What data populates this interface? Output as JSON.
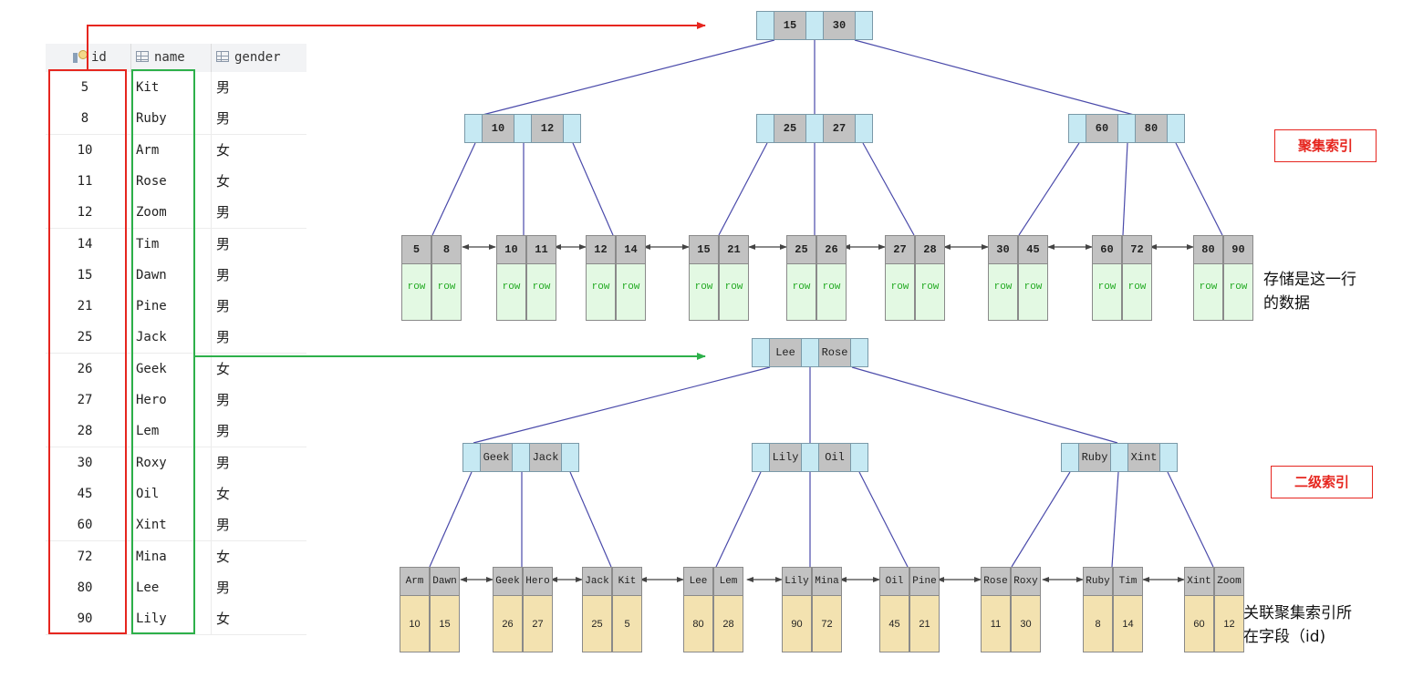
{
  "table": {
    "headers": {
      "id": "id",
      "name": "name",
      "gender": "gender"
    },
    "rows": [
      {
        "id": "5",
        "name": "Kit",
        "gender": "男"
      },
      {
        "id": "8",
        "name": "Ruby",
        "gender": "男"
      },
      {
        "id": "10",
        "name": "Arm",
        "gender": "女"
      },
      {
        "id": "11",
        "name": "Rose",
        "gender": "女"
      },
      {
        "id": "12",
        "name": "Zoom",
        "gender": "男"
      },
      {
        "id": "14",
        "name": "Tim",
        "gender": "男"
      },
      {
        "id": "15",
        "name": "Dawn",
        "gender": "男"
      },
      {
        "id": "21",
        "name": "Pine",
        "gender": "男"
      },
      {
        "id": "25",
        "name": "Jack",
        "gender": "男"
      },
      {
        "id": "26",
        "name": "Geek",
        "gender": "女"
      },
      {
        "id": "27",
        "name": "Hero",
        "gender": "男"
      },
      {
        "id": "28",
        "name": "Lem",
        "gender": "男"
      },
      {
        "id": "30",
        "name": "Roxy",
        "gender": "男"
      },
      {
        "id": "45",
        "name": "Oil",
        "gender": "女"
      },
      {
        "id": "60",
        "name": "Xint",
        "gender": "男"
      },
      {
        "id": "72",
        "name": "Mina",
        "gender": "女"
      },
      {
        "id": "80",
        "name": "Lee",
        "gender": "男"
      },
      {
        "id": "90",
        "name": "Lily",
        "gender": "女"
      }
    ]
  },
  "clustered": {
    "root": [
      "15",
      "30"
    ],
    "inner": [
      [
        "10",
        "12"
      ],
      [
        "25",
        "27"
      ],
      [
        "60",
        "80"
      ]
    ],
    "leaves": [
      {
        "keys": [
          "5",
          "8"
        ],
        "vals": [
          "row",
          "row"
        ]
      },
      {
        "keys": [
          "10",
          "11"
        ],
        "vals": [
          "row",
          "row"
        ]
      },
      {
        "keys": [
          "12",
          "14"
        ],
        "vals": [
          "row",
          "row"
        ]
      },
      {
        "keys": [
          "15",
          "21"
        ],
        "vals": [
          "row",
          "row"
        ]
      },
      {
        "keys": [
          "25",
          "26"
        ],
        "vals": [
          "row",
          "row"
        ]
      },
      {
        "keys": [
          "27",
          "28"
        ],
        "vals": [
          "row",
          "row"
        ]
      },
      {
        "keys": [
          "30",
          "45"
        ],
        "vals": [
          "row",
          "row"
        ]
      },
      {
        "keys": [
          "60",
          "72"
        ],
        "vals": [
          "row",
          "row"
        ]
      },
      {
        "keys": [
          "80",
          "90"
        ],
        "vals": [
          "row",
          "row"
        ]
      }
    ]
  },
  "secondary": {
    "root": [
      "Lee",
      "Rose"
    ],
    "inner": [
      [
        "Geek",
        "Jack"
      ],
      [
        "Lily",
        "Oil"
      ],
      [
        "Ruby",
        "Xint"
      ]
    ],
    "leaves": [
      {
        "keys": [
          "Arm",
          "Dawn"
        ],
        "vals": [
          "10",
          "15"
        ]
      },
      {
        "keys": [
          "Geek",
          "Hero"
        ],
        "vals": [
          "26",
          "27"
        ]
      },
      {
        "keys": [
          "Jack",
          "Kit"
        ],
        "vals": [
          "25",
          "5"
        ]
      },
      {
        "keys": [
          "Lee",
          "Lem"
        ],
        "vals": [
          "80",
          "28"
        ]
      },
      {
        "keys": [
          "Lily",
          "Mina"
        ],
        "vals": [
          "90",
          "72"
        ]
      },
      {
        "keys": [
          "Oil",
          "Pine"
        ],
        "vals": [
          "45",
          "21"
        ]
      },
      {
        "keys": [
          "Rose",
          "Roxy"
        ],
        "vals": [
          "11",
          "30"
        ]
      },
      {
        "keys": [
          "Ruby",
          "Tim"
        ],
        "vals": [
          "8",
          "14"
        ]
      },
      {
        "keys": [
          "Xint",
          "Zoom"
        ],
        "vals": [
          "60",
          "12"
        ]
      }
    ]
  },
  "labels": {
    "clustered_index": "聚集索引",
    "secondary_index": "二级索引",
    "row_note_1": "存储是这一行",
    "row_note_2": "的数据",
    "id_note_1": "关联聚集索引所",
    "id_note_2": "在字段（id)"
  },
  "colors": {
    "red": "#e6261f",
    "green": "#2db04a",
    "tree_line": "#4a4aaa"
  }
}
